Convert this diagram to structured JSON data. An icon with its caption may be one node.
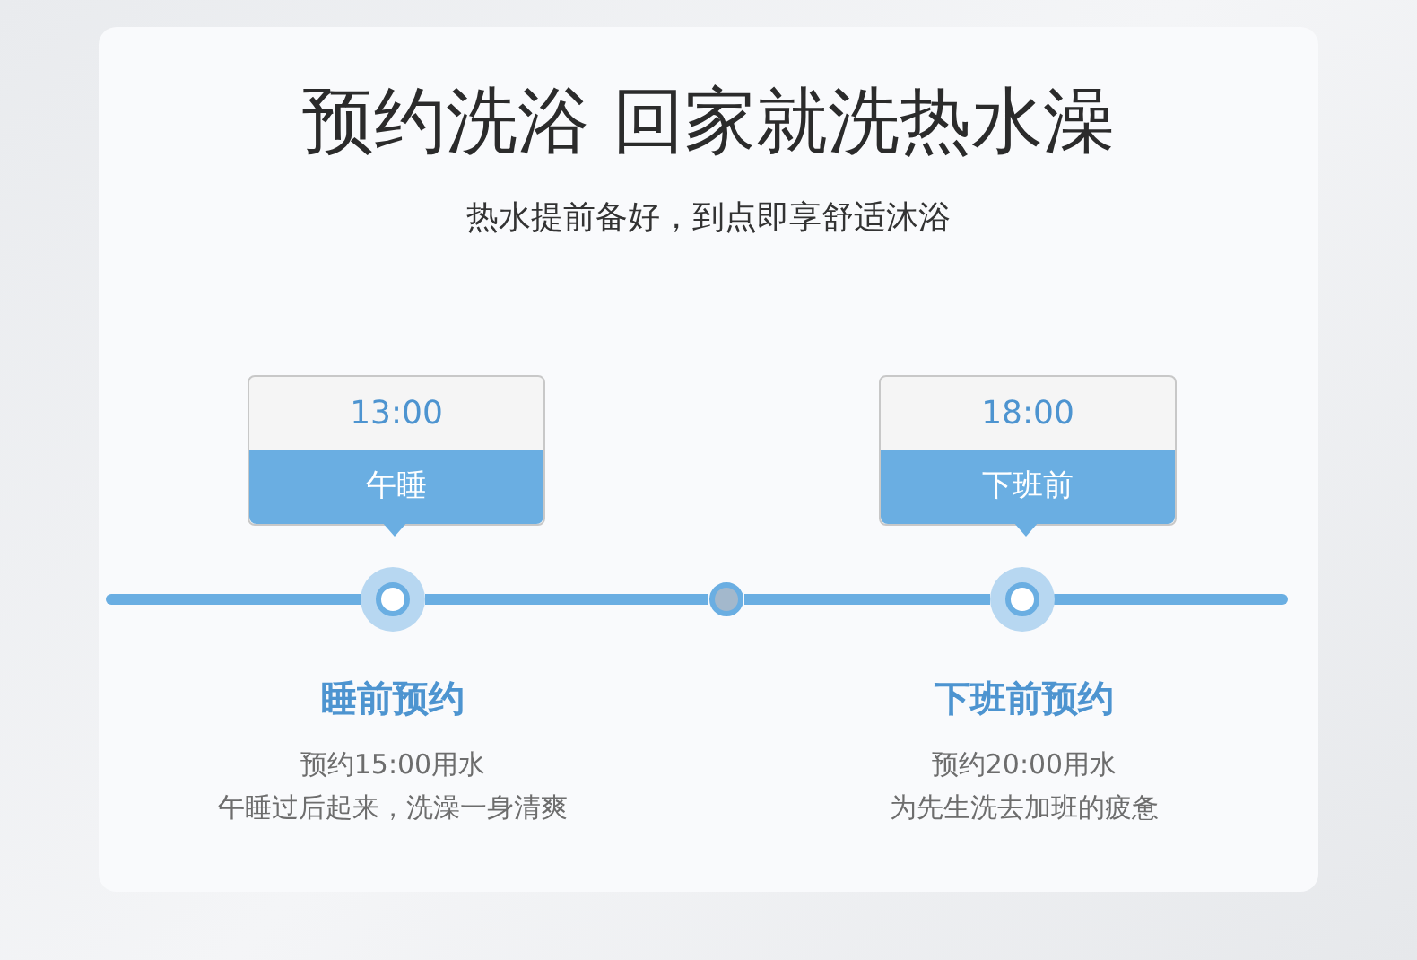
{
  "diagram": {
    "title": "预约洗浴 回家就洗热水澡",
    "nodes": [
      {
        "text": [
          "13:00",
          "午睡"
        ]
      },
      {
        "text": [
          "18:00",
          "下班前"
        ]
      },
      {
        "text": [],
        "shape": "circle"
      },
      {
        "text": [],
        "shape": "circle"
      },
      {
        "text": [],
        "shape": "circle"
      }
    ],
    "edges": [
      {
        "from": 2,
        "to": 3,
        "arrow": "none"
      },
      {
        "from": 3,
        "to": 4,
        "arrow": "none"
      }
    ],
    "labels": [
      "热水提前备好，到点即享舒适沐浴",
      "睡前预约",
      "预约15:00用水",
      "午睡过后起来，洗澡一身清爽",
      "下班前预约",
      "预约20:00用水",
      "为先生洗去加班的疲惫"
    ]
  }
}
